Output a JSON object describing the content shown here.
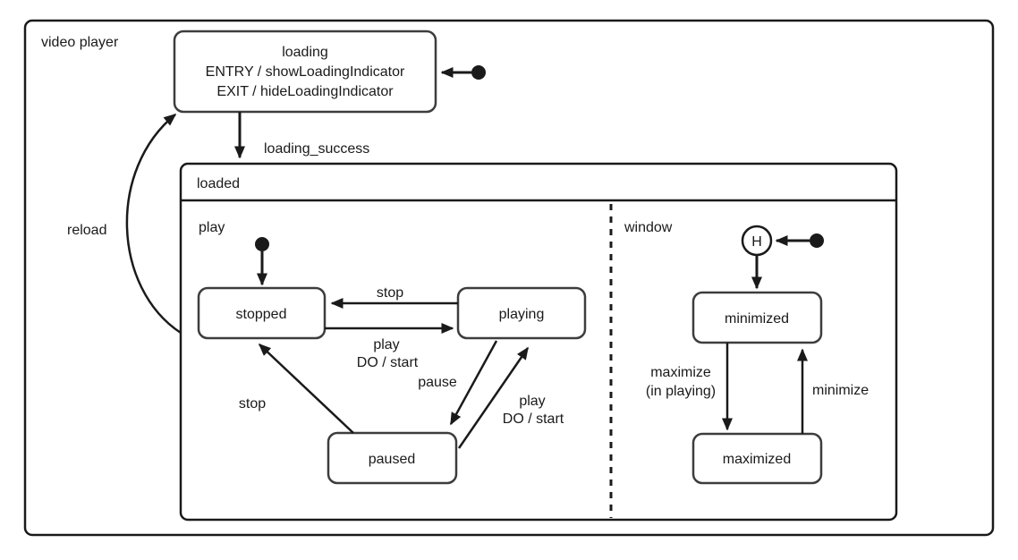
{
  "machine_title": "video player",
  "states": {
    "loading": {
      "name": "loading",
      "entry": "ENTRY / showLoadingIndicator",
      "exit": "EXIT / hideLoadingIndicator"
    },
    "loaded": {
      "name": "loaded"
    },
    "stopped": {
      "name": "stopped"
    },
    "playing": {
      "name": "playing"
    },
    "paused": {
      "name": "paused"
    },
    "minimized": {
      "name": "minimized"
    },
    "maximized": {
      "name": "maximized"
    },
    "history": {
      "name": "H"
    }
  },
  "regions": {
    "play": "play",
    "window": "window"
  },
  "transitions": {
    "loading_success": "loading_success",
    "reload": "reload",
    "stop_playing_to_stopped": "stop",
    "stop_paused_to_stopped": "stop",
    "play_stopped_to_playing": {
      "event": "play",
      "action": "DO / start"
    },
    "play_paused_to_playing": {
      "event": "play",
      "action": "DO / start"
    },
    "pause": "pause",
    "maximize": {
      "event": "maximize",
      "guard": "(in playing)"
    },
    "minimize": "minimize"
  },
  "colors": {
    "line": "#1a1a1a",
    "state_border": "#3d3d3d",
    "background": "#ffffff",
    "text": "#1a1a1a"
  }
}
